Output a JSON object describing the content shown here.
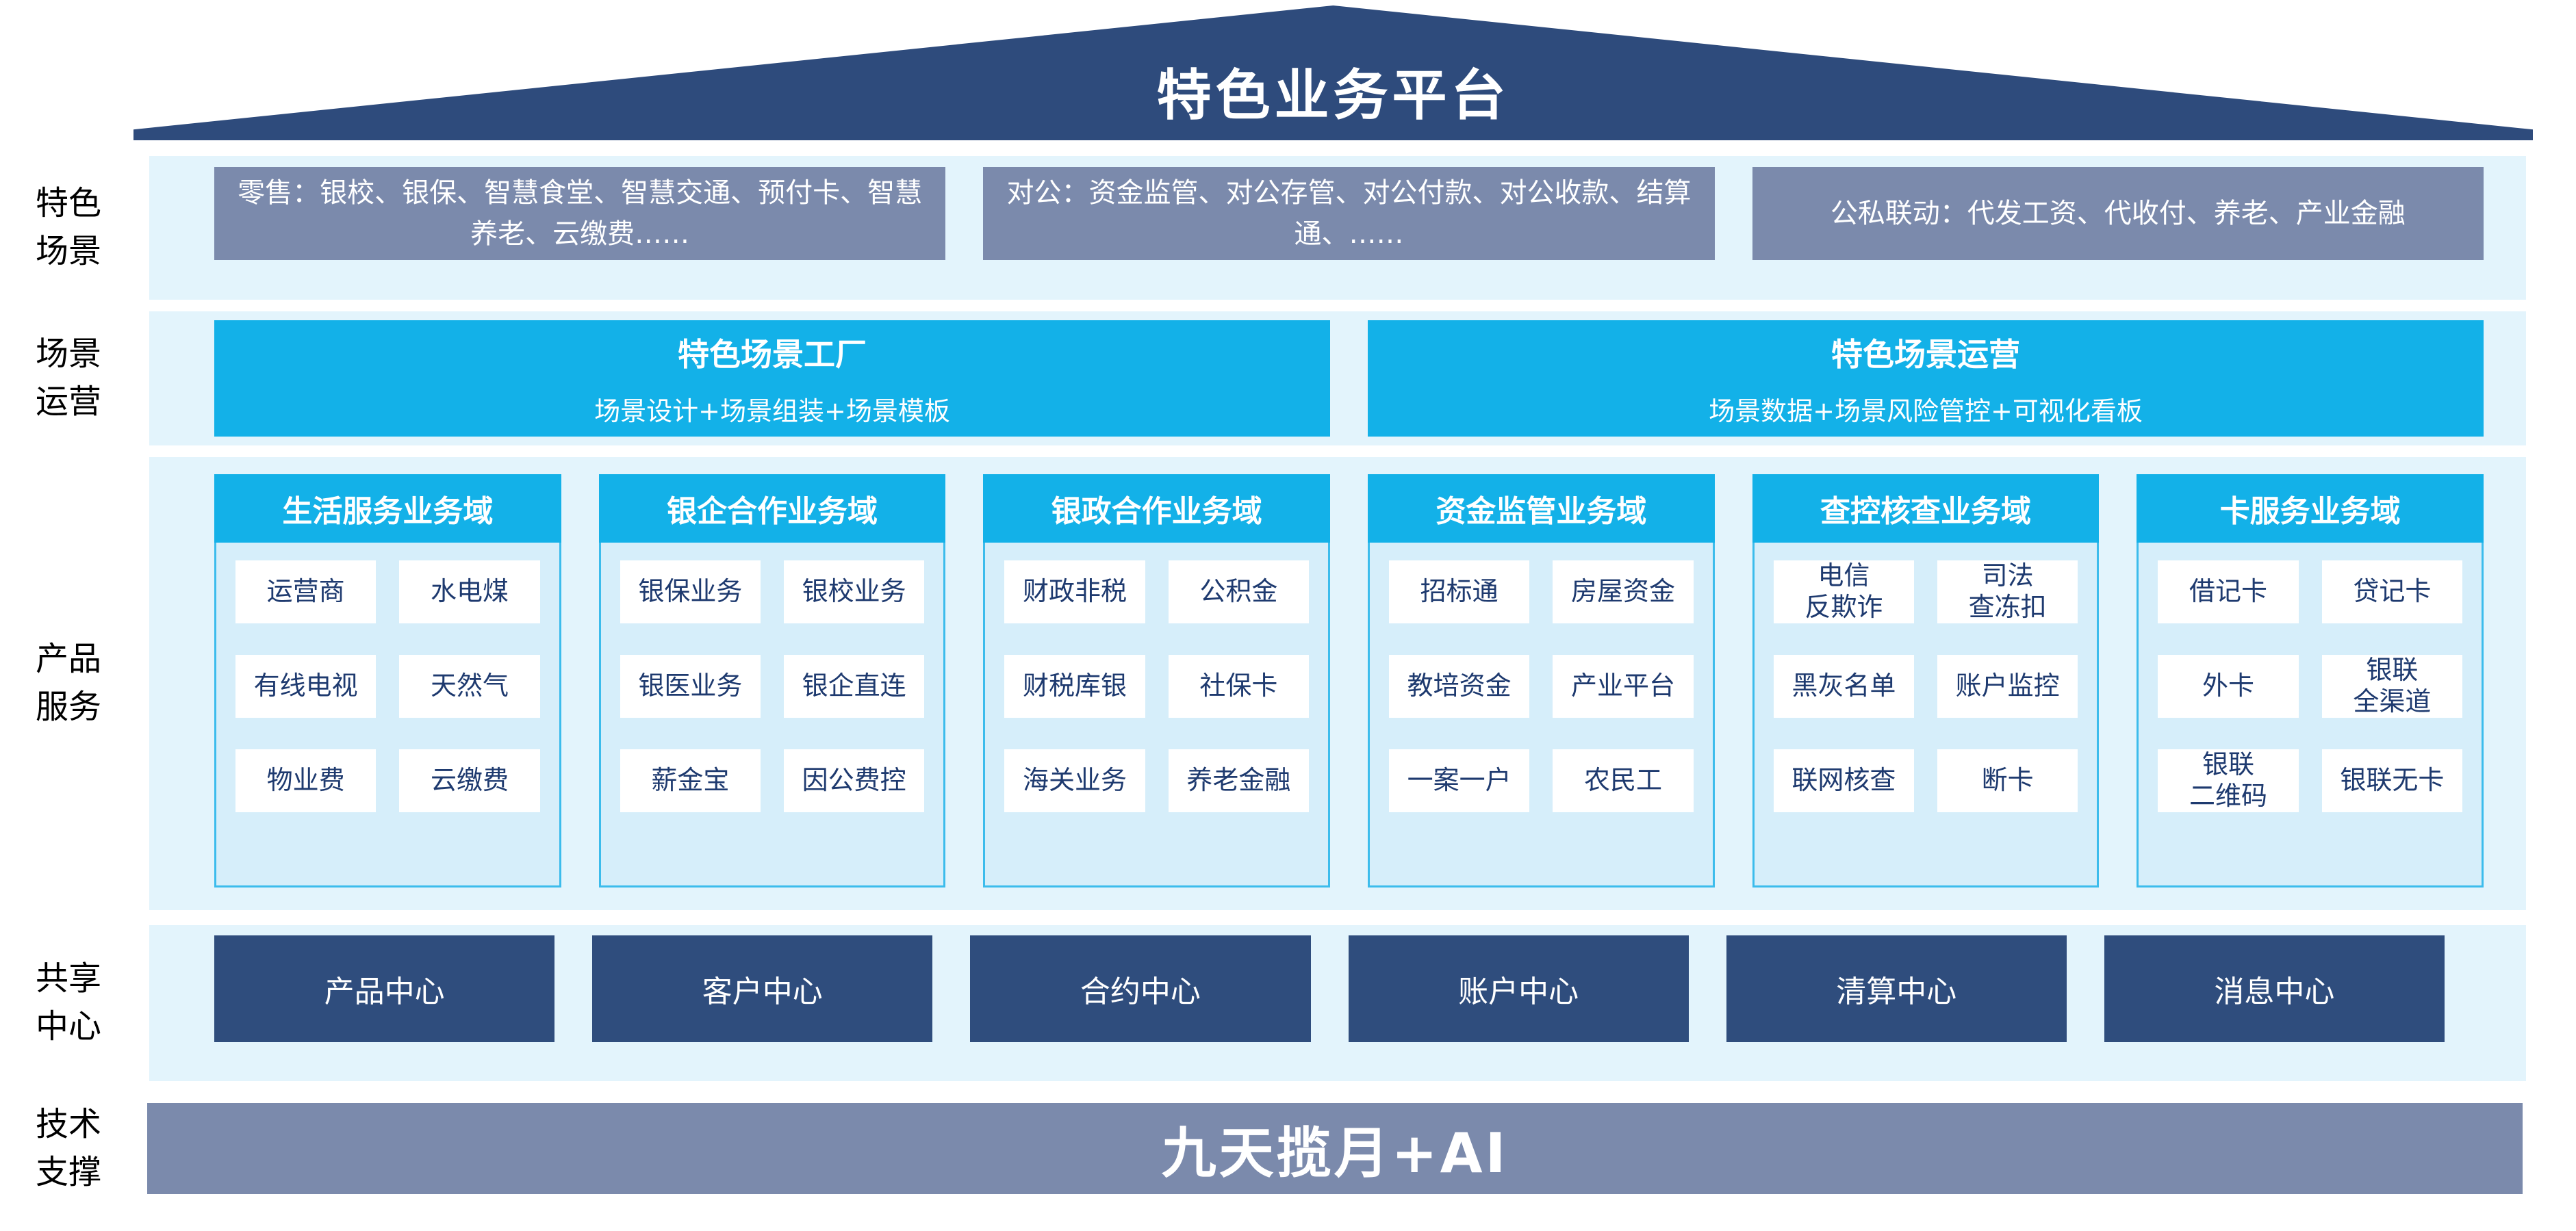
{
  "palette": {
    "roof_navy": "#2e4b7c",
    "slate_blue": "#7b8aac",
    "band_light_blue": "#e3f4fc",
    "cyan_accent": "#13b1e8",
    "column_body_blue": "#d6eefa",
    "column_border_cyan": "#3cbcec",
    "cell_text_navy": "#1e3a6f",
    "center_navy": "#2f4d7d",
    "label_black": "#000000",
    "white": "#ffffff"
  },
  "roof": {
    "title": "特色业务平台"
  },
  "special_scenarios": {
    "label": "特色\n场景",
    "boxes": [
      "零售：银校、银保、智慧食堂、智慧交通、预付卡、智慧养老、云缴费……",
      "对公：资金监管、对公存管、对公付款、对公收款、结算通、……",
      "公私联动：代发工资、代收付、养老、产业金融"
    ]
  },
  "scenario_operations": {
    "label": "场景\n运营",
    "boxes": [
      {
        "title": "特色场景工厂",
        "subtitle": "场景设计+场景组装+场景模板"
      },
      {
        "title": "特色场景运营",
        "subtitle": "场景数据+场景风险管控+可视化看板"
      }
    ]
  },
  "product_services": {
    "label": "产品\n服务",
    "domains": [
      {
        "header": "生活服务业务域",
        "cells": [
          "运营商",
          "水电煤",
          "有线电视",
          "天然气",
          "物业费",
          "云缴费"
        ]
      },
      {
        "header": "银企合作业务域",
        "cells": [
          "银保业务",
          "银校业务",
          "银医业务",
          "银企直连",
          "薪金宝",
          "因公费控"
        ]
      },
      {
        "header": "银政合作业务域",
        "cells": [
          "财政非税",
          "公积金",
          "财税库银",
          "社保卡",
          "海关业务",
          "养老金融"
        ]
      },
      {
        "header": "资金监管业务域",
        "cells": [
          "招标通",
          "房屋资金",
          "教培资金",
          "产业平台",
          "一案一户",
          "农民工"
        ]
      },
      {
        "header": "查控核查业务域",
        "cells": [
          "电信\n反欺诈",
          "司法\n查冻扣",
          "黑灰名单",
          "账户监控",
          "联网核查",
          "断卡"
        ]
      },
      {
        "header": "卡服务业务域",
        "cells": [
          "借记卡",
          "贷记卡",
          "外卡",
          "银联\n全渠道",
          "银联\n二维码",
          "银联无卡"
        ]
      }
    ]
  },
  "shared_centers": {
    "label": "共享\n中心",
    "centers": [
      "产品中心",
      "客户中心",
      "合约中心",
      "账户中心",
      "清算中心",
      "消息中心"
    ]
  },
  "tech_support": {
    "label": "技术\n支撑",
    "bar": "九天揽月+AI"
  }
}
